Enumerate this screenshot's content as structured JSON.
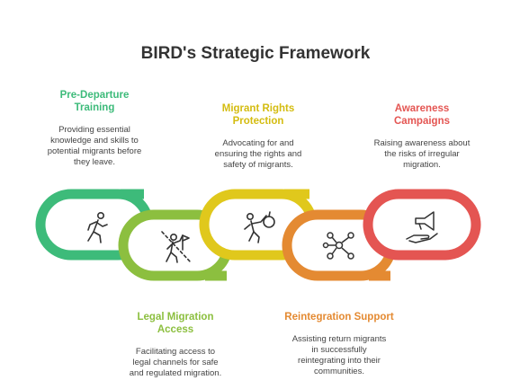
{
  "title": "BIRD's Strategic Framework",
  "colors": {
    "green": "#3dbb7a",
    "lime": "#8cbf3f",
    "yellow": "#e0c81c",
    "orange": "#e48a32",
    "red": "#e45552",
    "text": "#333333"
  },
  "stages": [
    {
      "heading": "Pre-Departure Training",
      "heading_lines": [
        "Pre-Departure",
        "Training"
      ],
      "description": "Providing essential knowledge and skills to potential migrants before they leave.",
      "description_lines": [
        "Providing essential",
        "knowledge and skills to",
        "potential migrants before",
        "they leave."
      ],
      "color_key": "green",
      "icon": "running-person-icon"
    },
    {
      "heading": "Legal Migration Access",
      "heading_lines": [
        "Legal Migration",
        "Access"
      ],
      "description": "Facilitating access to legal channels for safe and regulated migration.",
      "description_lines": [
        "Facilitating access to",
        "legal channels for safe",
        "and regulated migration."
      ],
      "color_key": "lime",
      "icon": "person-with-flag-icon"
    },
    {
      "heading": "Migrant Rights Protection",
      "heading_lines": [
        "Migrant Rights",
        "Protection"
      ],
      "description": "Advocating for and ensuring the rights and safety of migrants.",
      "description_lines": [
        "Advocating for and",
        "ensuring the rights and",
        "safety of migrants."
      ],
      "color_key": "yellow",
      "icon": "person-carrying-bundle-icon"
    },
    {
      "heading": "Reintegration Support",
      "heading_lines": [
        "Reintegration Support"
      ],
      "description": "Assisting return migrants in successfully reintegrating into their communities.",
      "description_lines": [
        "Assisting return migrants",
        "in successfully",
        "reintegrating into their",
        "communities."
      ],
      "color_key": "orange",
      "icon": "network-nodes-icon"
    },
    {
      "heading": "Awareness Campaigns",
      "heading_lines": [
        "Awareness",
        "Campaigns"
      ],
      "description": "Raising awareness about the risks of irregular migration.",
      "description_lines": [
        "Raising awareness about",
        "the risks of irregular",
        "migration."
      ],
      "color_key": "red",
      "icon": "megaphone-in-hand-icon"
    }
  ]
}
